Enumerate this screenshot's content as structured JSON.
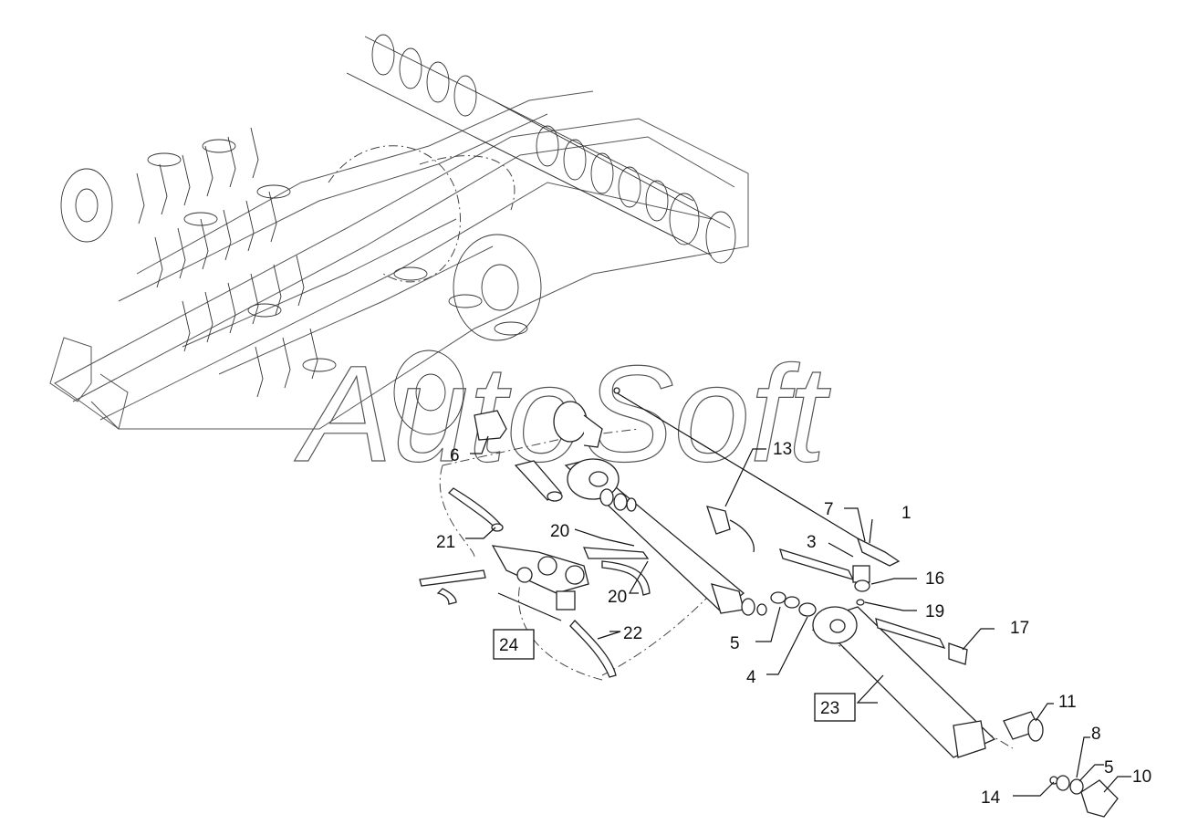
{
  "watermark": "AutoSoft",
  "callouts": [
    {
      "id": "c1",
      "text": "1"
    },
    {
      "id": "c3",
      "text": "3"
    },
    {
      "id": "c4",
      "text": "4"
    },
    {
      "id": "c5a",
      "text": "5"
    },
    {
      "id": "c5b",
      "text": "5"
    },
    {
      "id": "c6",
      "text": "6"
    },
    {
      "id": "c7",
      "text": "7"
    },
    {
      "id": "c8",
      "text": "8"
    },
    {
      "id": "c10",
      "text": "10"
    },
    {
      "id": "c11",
      "text": "11"
    },
    {
      "id": "c13",
      "text": "13"
    },
    {
      "id": "c14",
      "text": "14"
    },
    {
      "id": "c16",
      "text": "16"
    },
    {
      "id": "c17",
      "text": "17"
    },
    {
      "id": "c19",
      "text": "19"
    },
    {
      "id": "c20a",
      "text": "20"
    },
    {
      "id": "c20b",
      "text": "20"
    },
    {
      "id": "c21",
      "text": "21"
    },
    {
      "id": "c22",
      "text": "22"
    },
    {
      "id": "c23",
      "text": "23"
    },
    {
      "id": "c24",
      "text": "24"
    }
  ]
}
